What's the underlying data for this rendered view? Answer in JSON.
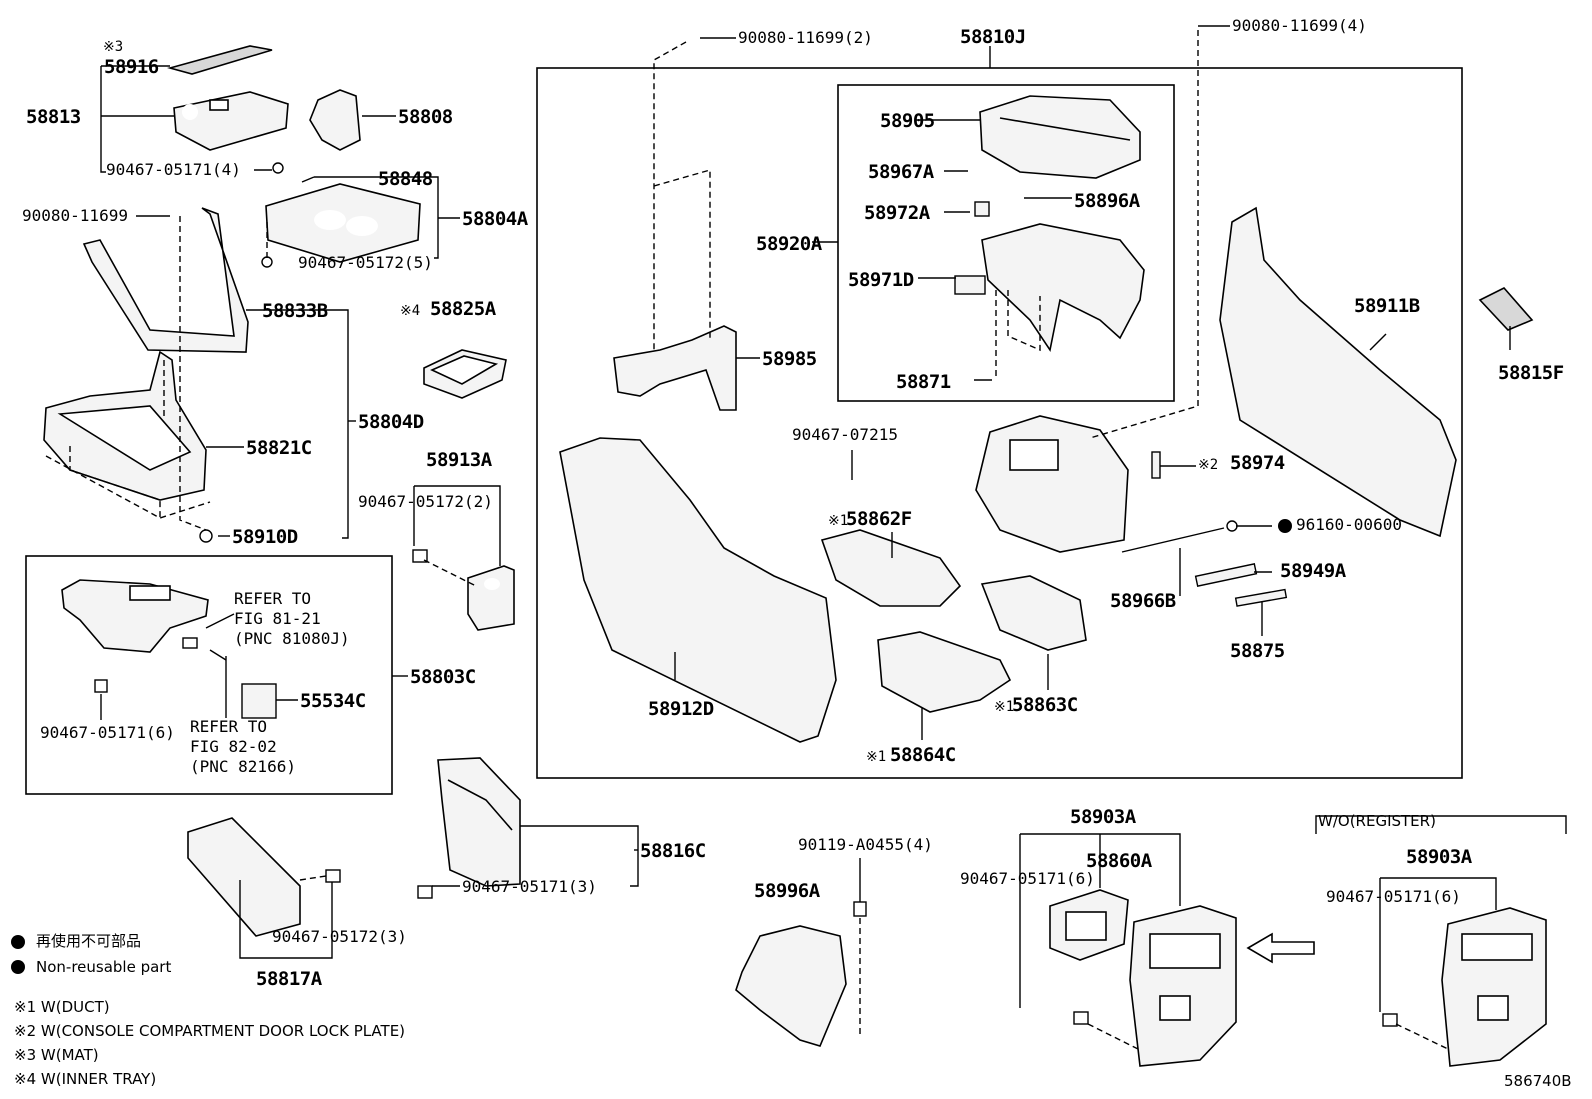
{
  "diagram_id": "586740B",
  "labels": {
    "p90080_11699_2": "90080-11699(2)",
    "p58810J": "58810J",
    "p90080_11699_4": "90080-11699(4)",
    "p58916_mark": "※3",
    "p58916": "58916",
    "p58813": "58813",
    "p58808": "58808",
    "p90467_05171_4": "90467-05171(4)",
    "p58848": "58848",
    "p58804A": "58804A",
    "p90080_11699": "90080-11699",
    "p90467_05172_5": "90467-05172(5)",
    "p58833B": "58833B",
    "p58825A_mark": "※4",
    "p58825A": "58825A",
    "p58804D": "58804D",
    "p58821C": "58821C",
    "p58910D": "58910D",
    "p58913A": "58913A",
    "p90467_05172_2": "90467-05172(2)",
    "p58905": "58905",
    "p58967A": "58967A",
    "p58896A": "58896A",
    "p58972A": "58972A",
    "p58920A": "58920A",
    "p58971D": "58971D",
    "p58985": "58985",
    "p58871": "58871",
    "p58911B": "58911B",
    "p58815F": "58815F",
    "p90467_07215": "90467-07215",
    "p58974_mark": "※2",
    "p58974": "58974",
    "p58862F_mark": "※1",
    "p58862F": "58862F",
    "p96160_00600": "96160-00600",
    "p58949A": "58949A",
    "p58966B": "58966B",
    "p58875": "58875",
    "p58912D": "58912D",
    "p58863C_mark": "※1",
    "p58863C": "58863C",
    "p58864C_mark": "※1",
    "p58864C": "58864C",
    "refer1_a": "REFER TO",
    "refer1_b": "FIG 81-21",
    "refer1_c": "(PNC 81080J)",
    "p58803C": "58803C",
    "p55534C": "55534C",
    "p90467_05171_6a": "90467-05171(6)",
    "refer2_a": "REFER TO",
    "refer2_b": "FIG 82-02",
    "refer2_c": "(PNC 82166)",
    "p58816C": "58816C",
    "p90467_05171_3": "90467-05171(3)",
    "p90119_A0455_4": "90119-A0455(4)",
    "p58903A_a": "58903A",
    "p58860A": "58860A",
    "p90467_05171_6b": "90467-05171(6)",
    "p58996A": "58996A",
    "wo_register": "W/O(REGISTER)",
    "p58903A_b": "58903A",
    "p90467_05171_6c": "90467-05171(6)",
    "p90467_05172_3": "90467-05172(3)",
    "p58817A": "58817A"
  },
  "legend": {
    "bullet_jp": "再使用不可部品",
    "bullet_en": "Non-reusable part",
    "notes": [
      "※1 W(DUCT)",
      "※2 W(CONSOLE COMPARTMENT DOOR LOCK PLATE)",
      "※3 W(MAT)",
      "※4 W(INNER TRAY)"
    ]
  }
}
